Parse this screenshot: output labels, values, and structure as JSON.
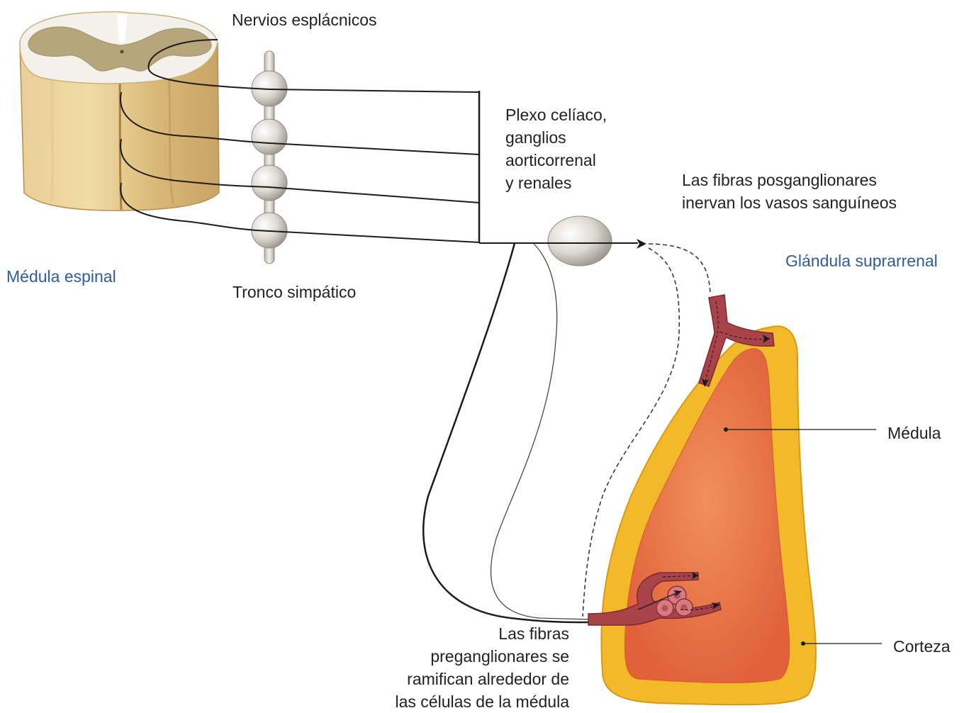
{
  "labels": {
    "splanchnic": "Nervios esplácnicos",
    "plexus": [
      "Plexo celíaco,",
      "ganglios",
      "aorticorrenal",
      "y renales"
    ],
    "postganglionic": [
      "Las fibras posganglionares",
      "inervan los vasos sanguíneos"
    ],
    "spinal_cord": "Médula espinal",
    "adrenal_gland": "Glándula suprarrenal",
    "sympathetic_trunk": "Tronco simpático",
    "medulla": "Médula",
    "cortex": "Corteza",
    "preganglionic": [
      "Las fibras",
      "preganglionares se",
      "ramifican alrededor de",
      "las células de la médula"
    ]
  },
  "colors": {
    "title_blue": "#2e5d9a",
    "text": "#222222",
    "cord_tan": "#e6c98a",
    "cord_grey_matter": "#b7a57c",
    "ganglion_grey": "#d9d6cf",
    "cortex_yellow": "#f2b928",
    "medulla_orange": "#e9713f",
    "vessel_red": "#a8434a"
  }
}
